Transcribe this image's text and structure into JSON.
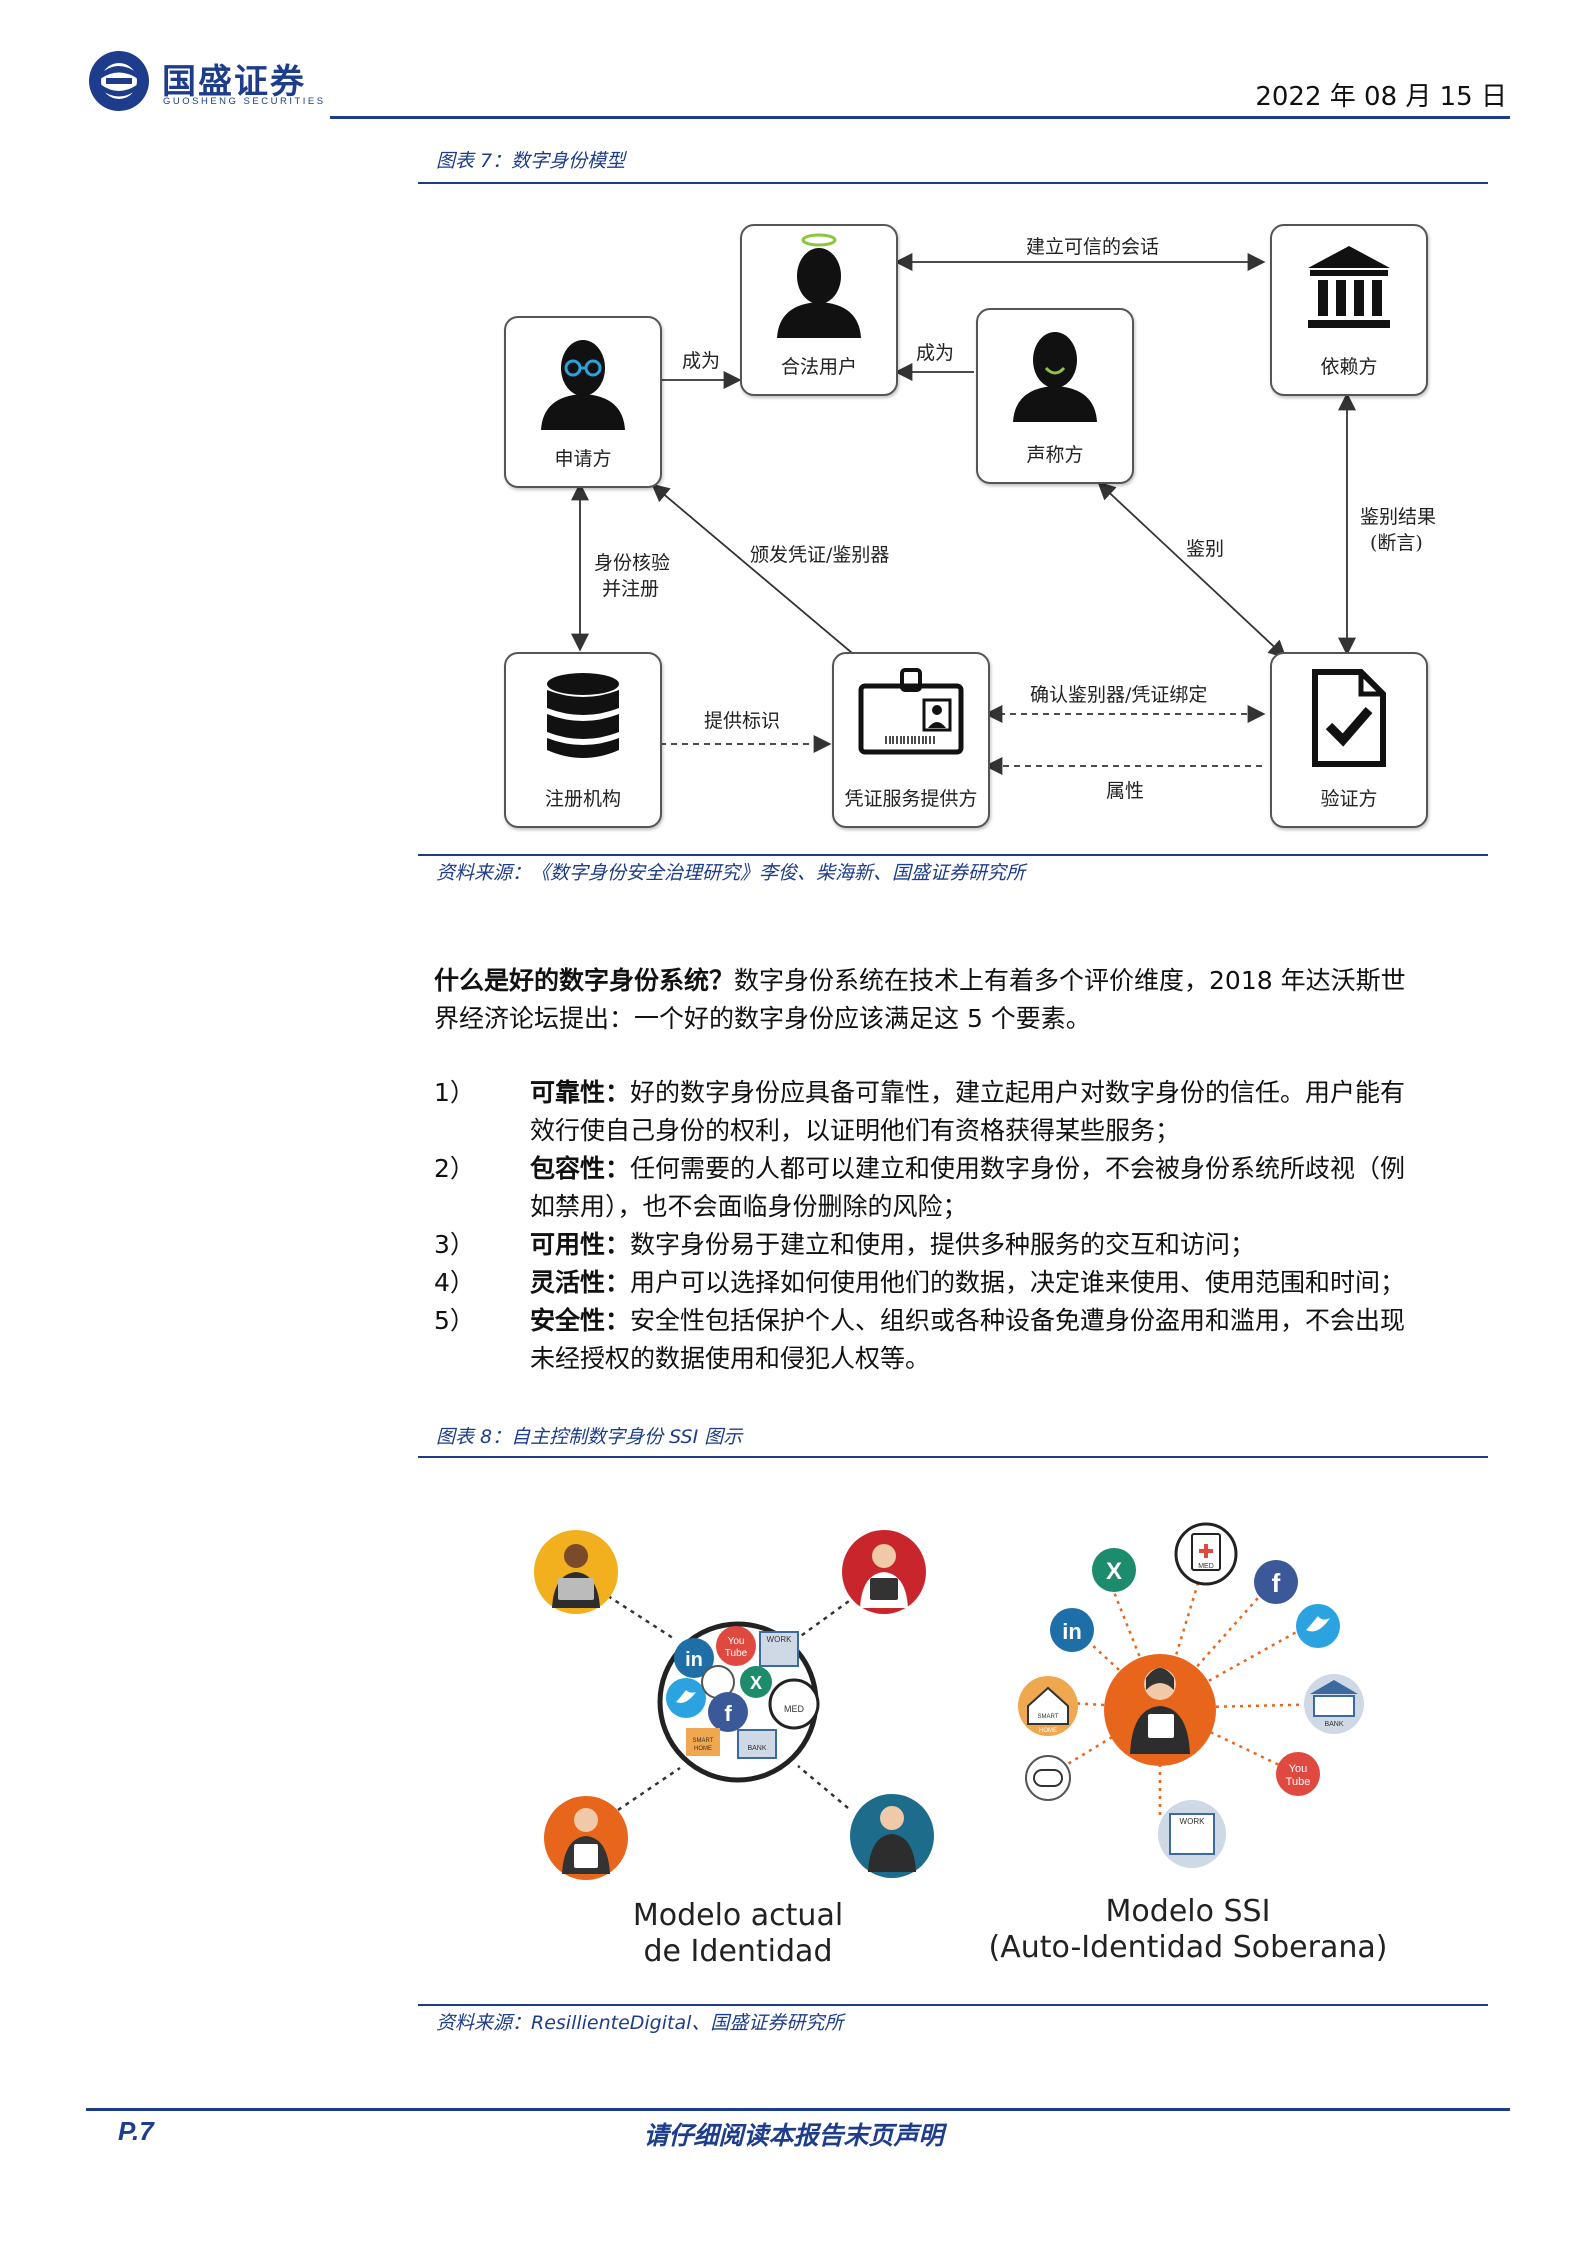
{
  "header": {
    "logo_text": "国盛证券",
    "logo_sub": "GUOSHENG SECURITIES",
    "date": "2022 年 08 月 15 日"
  },
  "figure7": {
    "title": "图表 7：数字身份模型",
    "source": "资料来源：《数字身份安全治理研究》李俊、柴海新、国盛证券研究所",
    "nodes": {
      "applicant": "申请方",
      "legit_user": "合法用户",
      "claimant": "声称方",
      "relying_party": "依赖方",
      "registry": "注册机构",
      "csp": "凭证服务提供方",
      "verifier": "验证方"
    },
    "edges": {
      "become1": "成为",
      "become2": "成为",
      "trusted_session": "建立可信的会话",
      "id_check_l1": "身份核验",
      "id_check_l2": "并注册",
      "issue": "颁发凭证/鉴别器",
      "authn": "鉴别",
      "result_l1": "鉴别结果",
      "result_l2": "(断言)",
      "provide_id": "提供标识",
      "confirm": "确认鉴别器/凭证绑定",
      "attributes": "属性"
    }
  },
  "intro": {
    "bold": "什么是好的数字身份系统？",
    "line1": "数字身份系统在技术上有着多个评价维度，2018 年达沃斯世",
    "line2": "界经济论坛提出：一个好的数字身份应该满足这 5 个要素。"
  },
  "list": [
    {
      "num": "1）",
      "term": "可靠性：",
      "l1": "好的数字身份应具备可靠性，建立起用户对数字身份的信任。用户能有",
      "l2": "效行使自己身份的权利，以证明他们有资格获得某些服务；"
    },
    {
      "num": "2）",
      "term": "包容性：",
      "l1": "任何需要的人都可以建立和使用数字身份，不会被身份系统所歧视（例",
      "l2": "如禁用），也不会面临身份删除的风险；"
    },
    {
      "num": "3）",
      "term": "可用性：",
      "l1": "数字身份易于建立和使用，提供多种服务的交互和访问；",
      "l2": ""
    },
    {
      "num": "4）",
      "term": "灵活性：",
      "l1": "用户可以选择如何使用他们的数据，决定谁来使用、使用范围和时间；",
      "l2": ""
    },
    {
      "num": "5）",
      "term": "安全性：",
      "l1": "安全性包括保护个人、组织或各种设备免遭身份盗用和滥用，不会出现",
      "l2": "未经授权的数据使用和侵犯人权等。"
    }
  ],
  "figure8": {
    "title": "图表 8：自主控制数字身份 SSI 图示",
    "source": "资料来源：ResillienteDigital、国盛证券研究所",
    "left_caption_l1": "Modelo actual",
    "left_caption_l2": "de Identidad",
    "right_caption_l1": "Modelo SSI",
    "right_caption_l2": "(Auto-Identidad Soberana)",
    "icons": {
      "in": "in",
      "f": "f",
      "you": "You",
      "tube": "Tube",
      "work": "WORK",
      "med": "MED",
      "bank": "BANK",
      "smart": "SMART",
      "home": "HOME",
      "x": "X"
    }
  },
  "footer": {
    "page": "P.7",
    "note": "请仔细阅读本报告末页声明"
  }
}
